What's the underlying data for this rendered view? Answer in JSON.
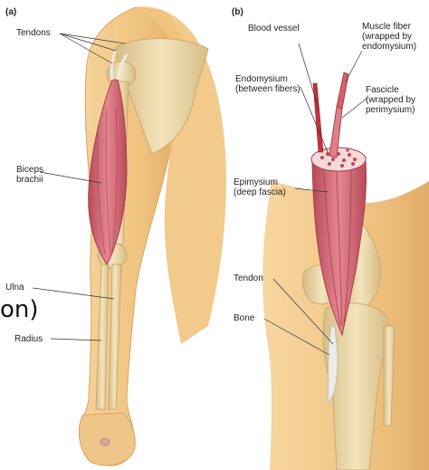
{
  "panels": {
    "a": "(a)",
    "b": "(b)"
  },
  "labels_a": {
    "tendons": "Tendons",
    "biceps": "Biceps\nbrachii",
    "ulna": "Ulna",
    "radius": "Radius"
  },
  "labels_b": {
    "blood_vessel": "Blood vessel",
    "muscle_fiber": "Muscle fiber\n(wrapped by\nendomysium)",
    "endomysium": "Endomysium\n(between fibers)",
    "fascicle": "Fascicle\n(wrapped by\nperimysium)",
    "epimysium": "Epimysium\n(deep fascia)",
    "tendon": "Tendon",
    "bone": "Bone"
  },
  "overlay_text": "on)",
  "colors": {
    "skin": "#f2c88a",
    "skin_dark": "#d9a560",
    "bone": "#efdcb0",
    "bone_shade": "#d8bd86",
    "muscle": "#d9707a",
    "muscle_dark": "#b94a58",
    "tendon": "#ecebe4"
  }
}
